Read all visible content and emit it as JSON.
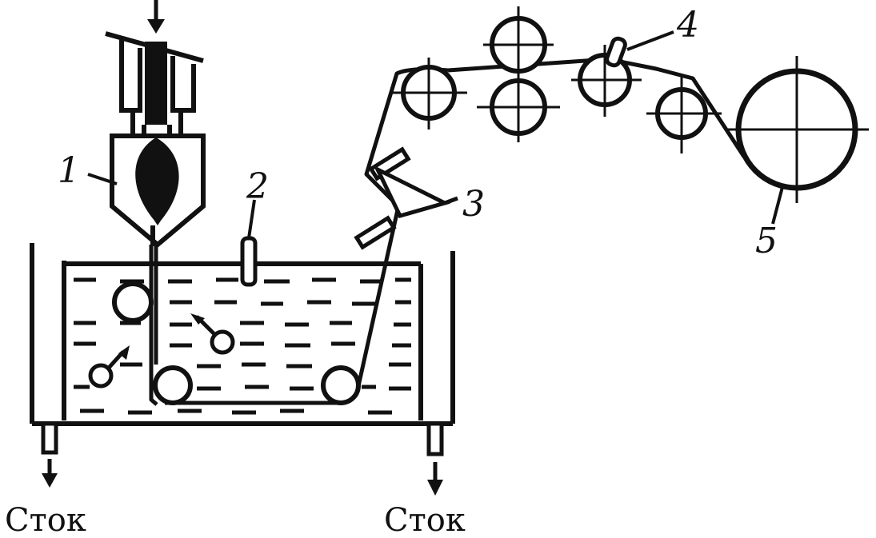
{
  "labels": {
    "extruder": "1",
    "air_knife": "2",
    "blowers": "3",
    "sensor": "4",
    "winder": "5"
  },
  "drain_left": "Сток",
  "drain_right": "Сток",
  "colors": {
    "ink": "#111111",
    "background": "#ffffff"
  }
}
